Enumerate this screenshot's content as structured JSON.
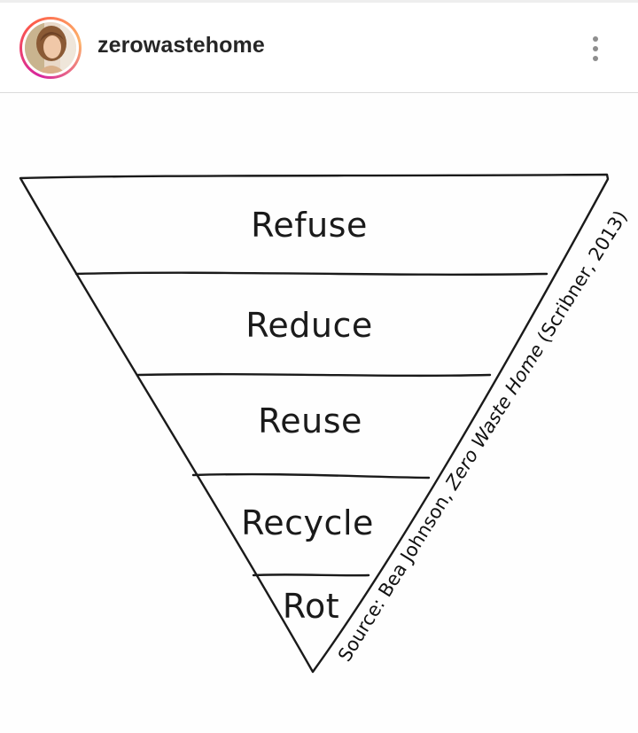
{
  "post": {
    "username": "zerowastehome",
    "avatar_icon": "profile-photo-avatar",
    "more_icon": "vertical-ellipsis-icon"
  },
  "diagram": {
    "levels": [
      "Refuse",
      "Reduce",
      "Reuse",
      "Recycle",
      "Rot"
    ],
    "source_prefix": "Source: Bea Johnson, ",
    "source_title": "Zero Waste Home",
    "source_suffix": " (Scribner, 2013)"
  }
}
